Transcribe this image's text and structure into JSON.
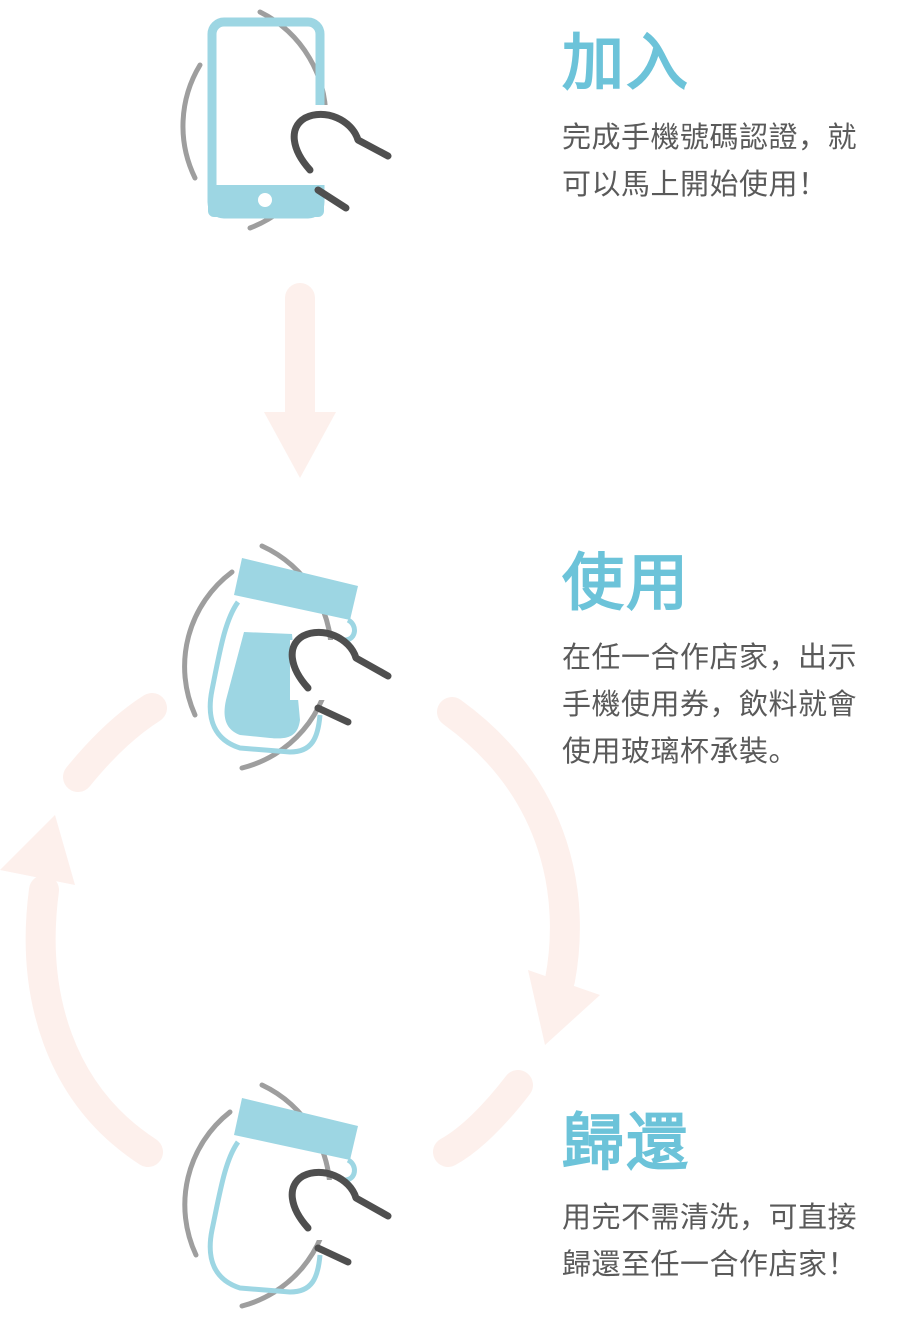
{
  "colors": {
    "accent": "#6cc3d9",
    "icon_blue": "#9dd6e3",
    "ring_gray": "#9e9e9e",
    "hand_dark": "#4f4f4f",
    "arrow_pink": "#fdf0ec",
    "text": "#5a5a5a"
  },
  "steps": [
    {
      "title": "加入",
      "description_lines": [
        "完成手機號碼認證，就",
        "可以馬上開始使用！"
      ],
      "icon": "phone-tap-icon"
    },
    {
      "title": "使用",
      "description_lines": [
        "在任一合作店家，出示",
        "手機使用券，飲料就會",
        "使用玻璃杯承裝。"
      ],
      "icon": "filled-jar-icon"
    },
    {
      "title": "歸還",
      "description_lines": [
        "用完不需清洗，可直接",
        "歸還至任一合作店家！"
      ],
      "icon": "empty-jar-icon"
    }
  ],
  "flow_arrows": [
    "down-arrow-icon",
    "cycle-arrow-icon"
  ]
}
